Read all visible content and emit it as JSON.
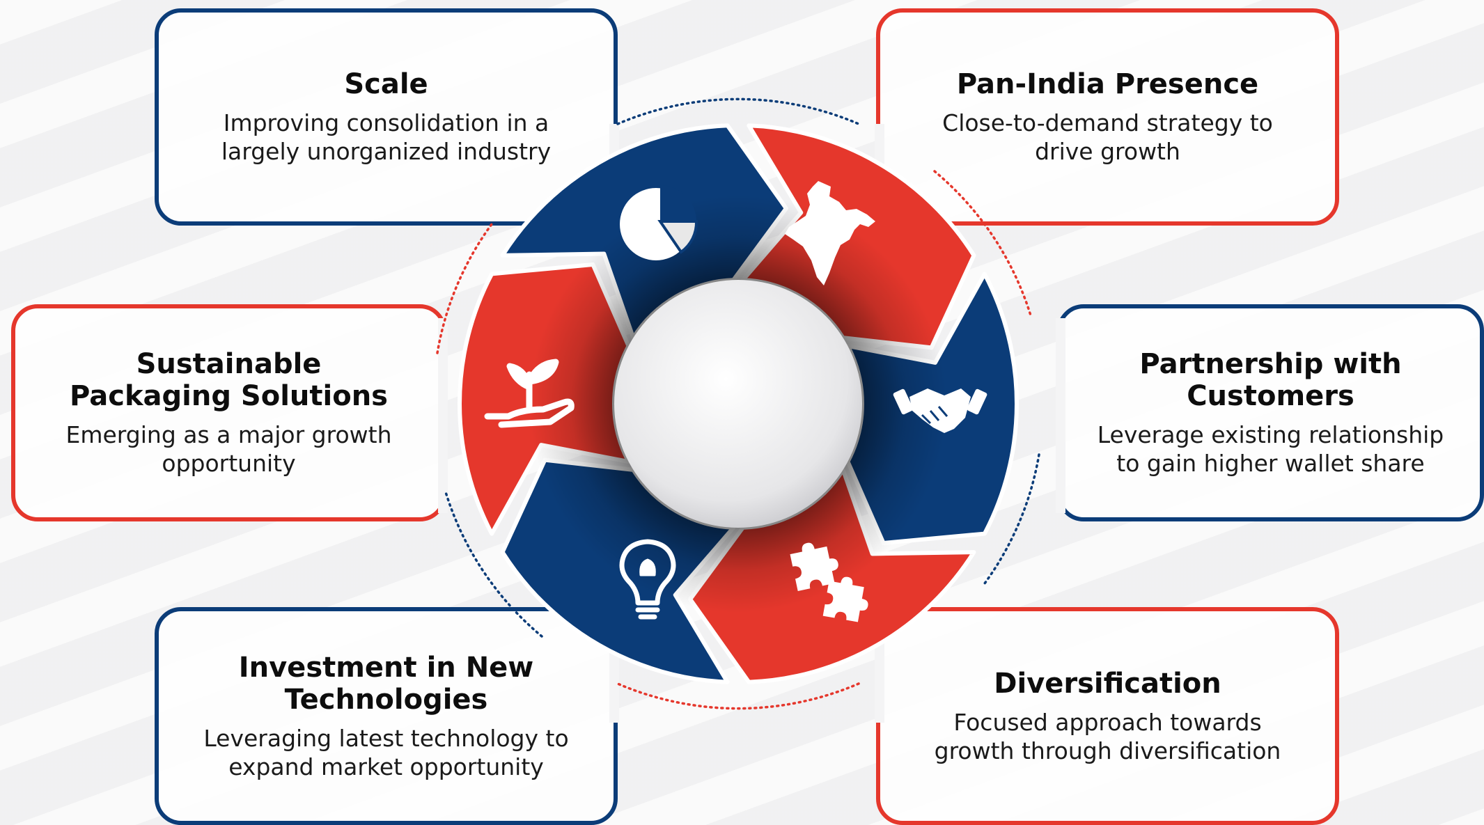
{
  "cards": [
    {
      "id": "scale",
      "title": "Scale",
      "desc": "Improving consolidation in a largely unorganized industry",
      "color": "#0b3c78",
      "icon": "pie-chart-icon"
    },
    {
      "id": "pan-india",
      "title": "Pan-India Presence",
      "desc": "Close-to-demand strategy to drive growth",
      "color": "#e5372c",
      "icon": "india-map-icon"
    },
    {
      "id": "sustainable",
      "title": "Sustainable Packaging Solutions",
      "desc": "Emerging as a major growth opportunity",
      "color": "#e5372c",
      "icon": "plant-hand-icon"
    },
    {
      "id": "partnership",
      "title": "Partnership with Customers",
      "desc": "Leverage existing relationship to gain higher wallet share",
      "color": "#0b3c78",
      "icon": "handshake-icon"
    },
    {
      "id": "investment",
      "title": "Investment in New Technologies",
      "desc": "Leveraging latest technology to expand market opportunity",
      "color": "#0b3c78",
      "icon": "lightbulb-icon"
    },
    {
      "id": "diversification",
      "title": "Diversification",
      "desc": "Focused approach towards growth through diversification",
      "color": "#e5372c",
      "icon": "puzzle-icon"
    }
  ],
  "colors": {
    "blue": "#0b3c78",
    "red": "#e5372c",
    "center": "#e9e9ea"
  }
}
